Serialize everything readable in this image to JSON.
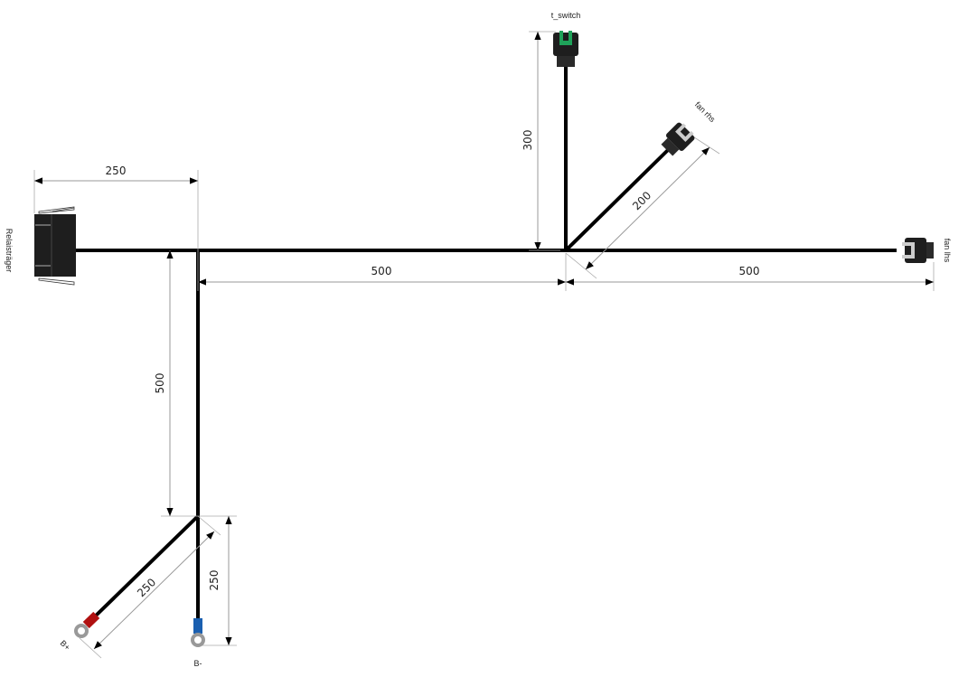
{
  "connectors": {
    "relay": "Relaisträger",
    "t_switch": "t_switch",
    "fan_rhs": "fan rhs",
    "fan_lhs": "fan lhs",
    "b_plus": "B+",
    "b_minus": "B-"
  },
  "dimensions": {
    "relay_to_junction": "250",
    "junction_to_center": "500",
    "center_to_fan_lhs": "500",
    "t_switch_branch": "300",
    "fan_rhs_branch": "200",
    "trunk_down": "500",
    "b_minus_branch": "250",
    "b_plus_branch": "250"
  },
  "colors": {
    "t_switch_accent": "#1fa35a",
    "b_plus_sleeve": "#b01010",
    "b_minus_sleeve": "#1a5fb0"
  }
}
